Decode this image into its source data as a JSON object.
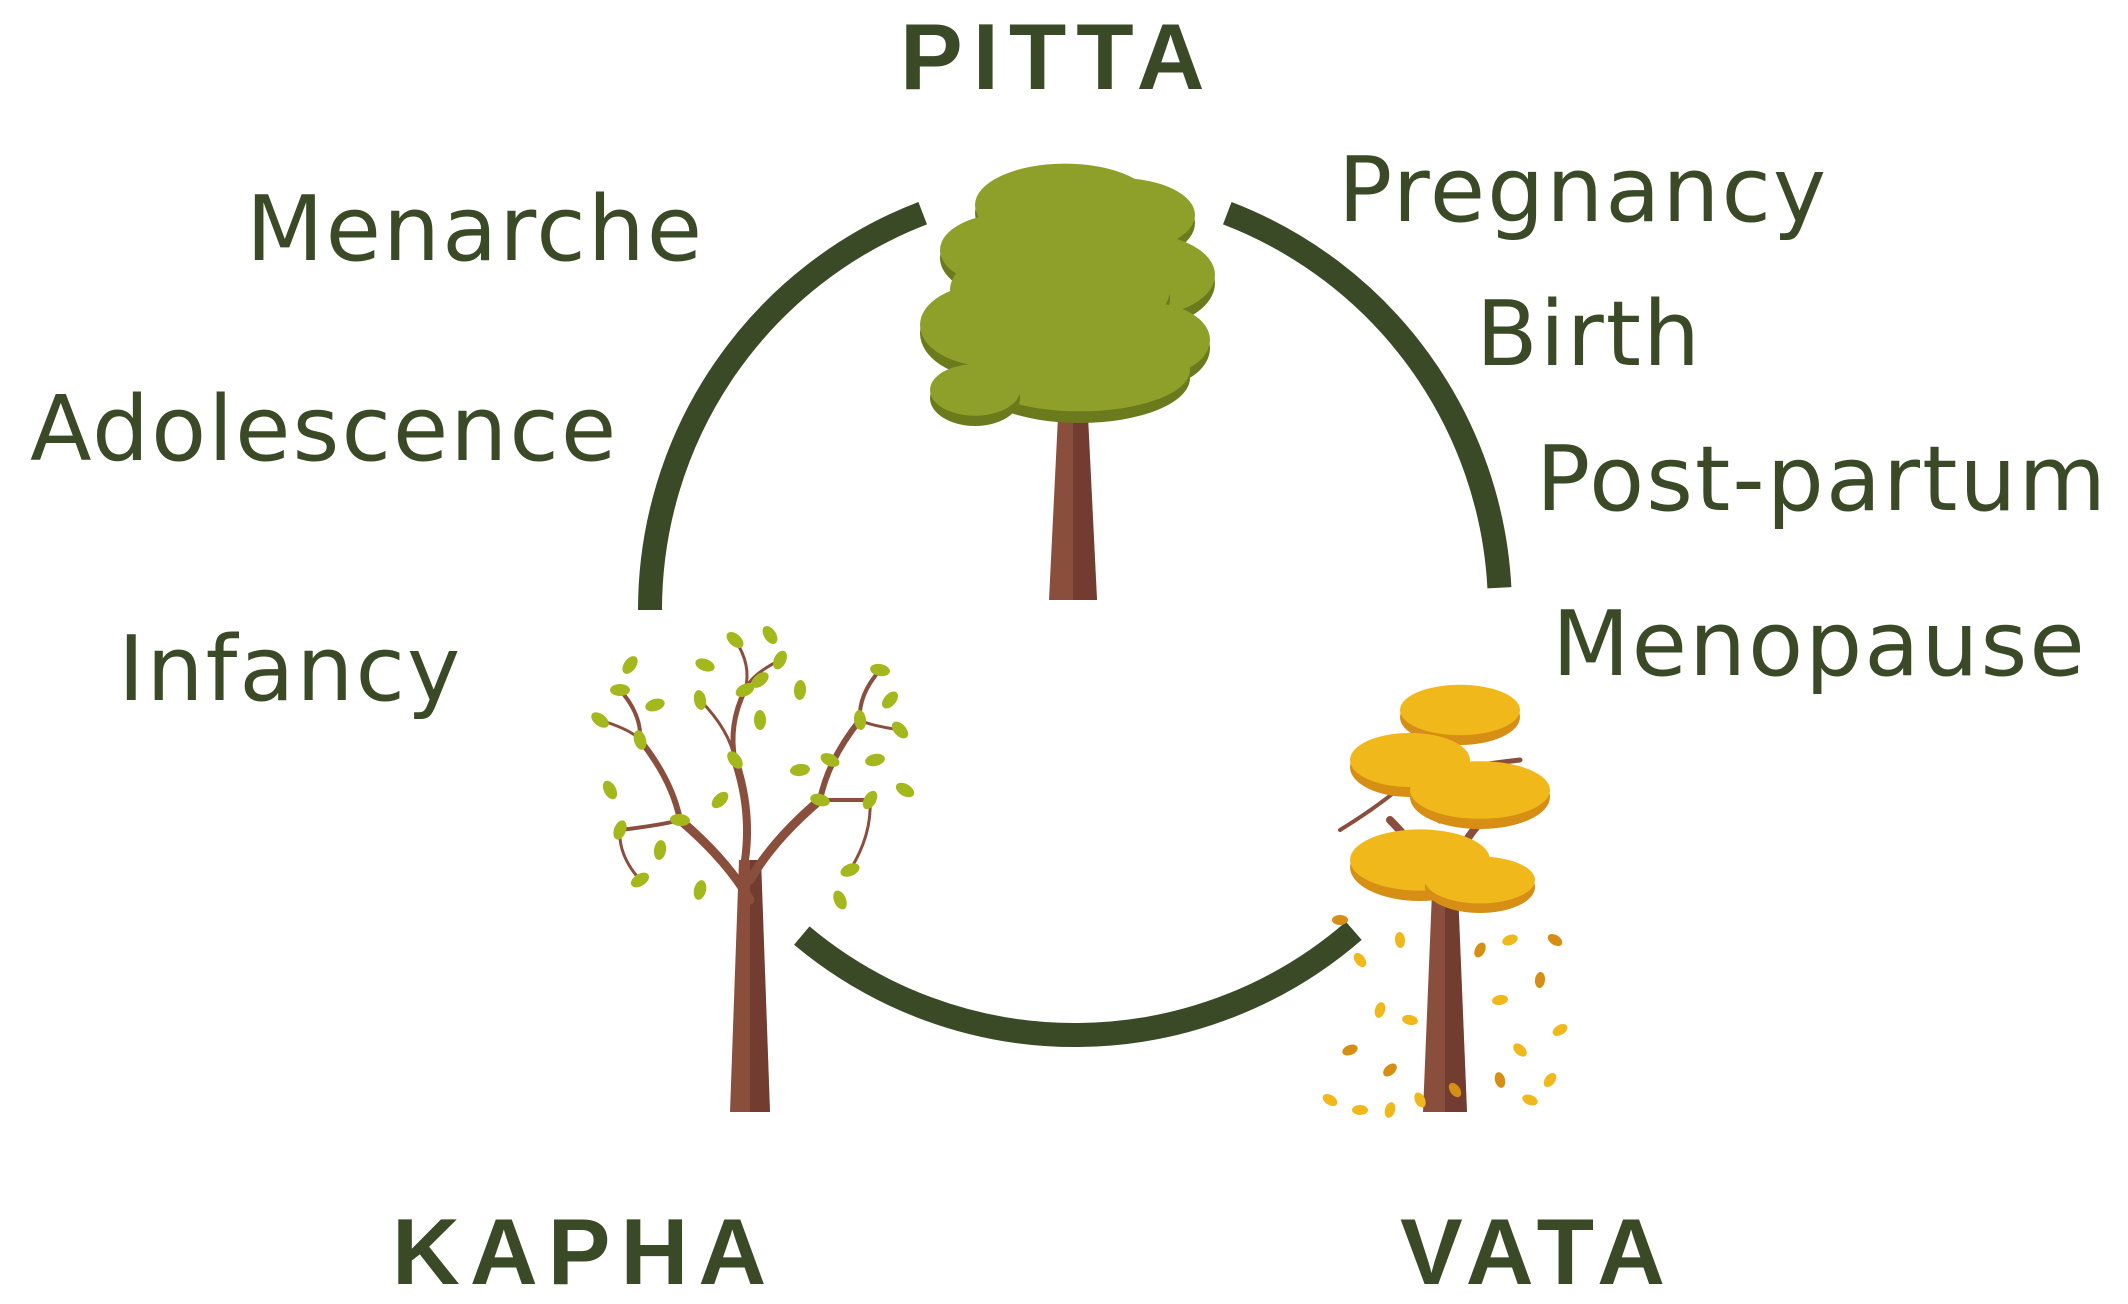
{
  "colors": {
    "text": "#3a4a26",
    "cycle_arc": "#3a4a26",
    "trunk": "#8a4e3c",
    "trunk_shade": "#5e3026",
    "pitta_foliage": "#8fa02a",
    "pitta_foliage_shade": "#6b7a1c",
    "kapha_leaves": "#a4b81e",
    "vata_foliage": "#f0b81a",
    "vata_foliage_shade": "#d68f14"
  },
  "doshas": {
    "pitta": "PITTA",
    "kapha": "KAPHA",
    "vata": "VATA"
  },
  "life_stages": {
    "kapha_to_pitta": [
      "Menarche",
      "Adolescence",
      "Infancy"
    ],
    "pitta_to_vata": [
      "Pregnancy",
      "Birth",
      "Post-partum",
      "Menopause"
    ]
  },
  "icons": {
    "pitta": "summer-tree-icon",
    "kapha": "spring-tree-icon",
    "vata": "autumn-tree-icon"
  }
}
